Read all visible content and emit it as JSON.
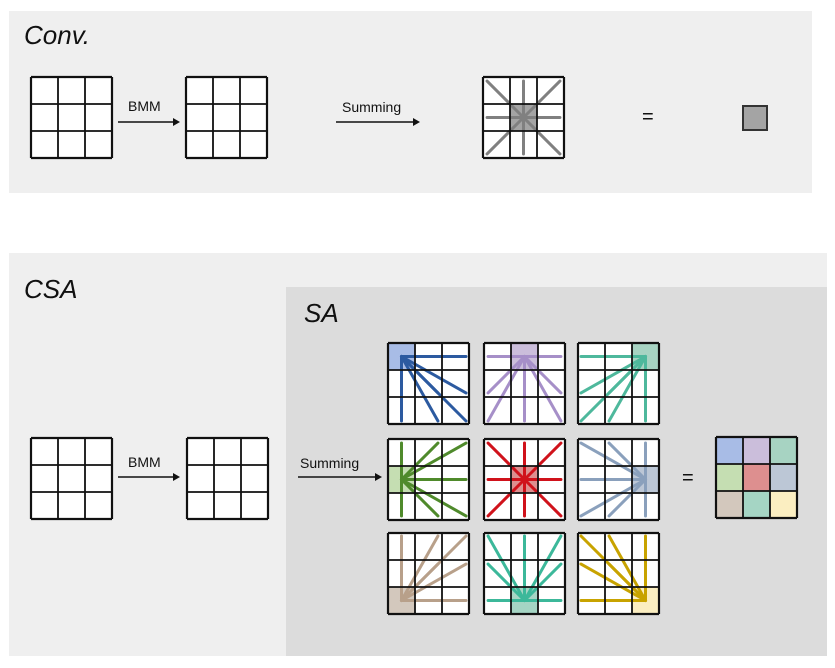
{
  "conv": {
    "title": "Conv.",
    "bmm_label": "BMM",
    "summing_label": "Summing",
    "equals": "=",
    "color": "#808080",
    "output_color": "#a4a4a4"
  },
  "csa": {
    "title": "CSA",
    "bmm_label": "BMM",
    "summing_label": "Summing",
    "equals": "="
  },
  "sa": {
    "title": "SA",
    "colors": [
      {
        "line": "#2c5aa0",
        "fill": "#a8bce6"
      },
      {
        "line": "#a68fc8",
        "fill": "#cbbedb"
      },
      {
        "line": "#4eb89c",
        "fill": "#a7d3c2"
      },
      {
        "line": "#4f8a2b",
        "fill": "#c5deb2"
      },
      {
        "line": "#d0121b",
        "fill": "#dd8f8f"
      },
      {
        "line": "#8aa0bc",
        "fill": "#bcc7d6"
      },
      {
        "line": "#b8a08a",
        "fill": "#d3c8bd"
      },
      {
        "line": "#3cb89a",
        "fill": "#a5d5c4"
      },
      {
        "line": "#c8a300",
        "fill": "#fbeec1"
      }
    ]
  }
}
